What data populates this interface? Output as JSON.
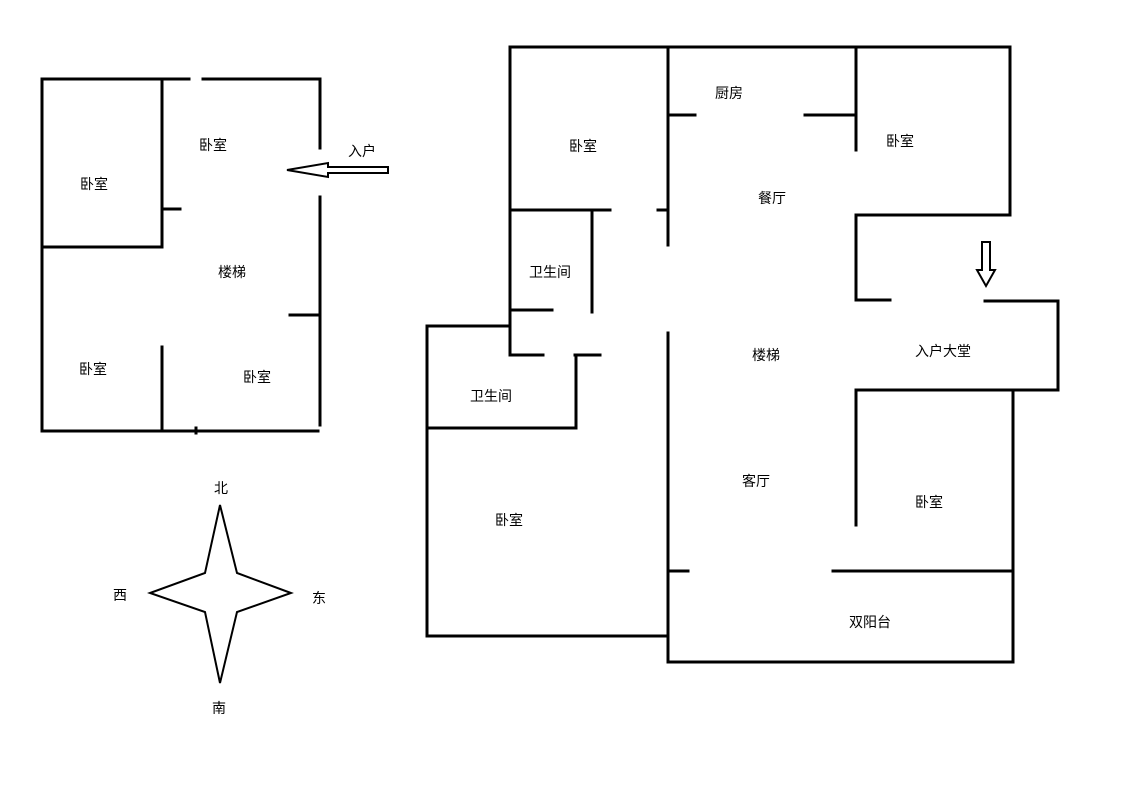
{
  "left_plan": {
    "rooms": {
      "bedroom_nw": "卧室",
      "bedroom_north": "卧室",
      "stairs": "楼梯",
      "bedroom_sw": "卧室",
      "bedroom_se": "卧室"
    },
    "entrance": "入户"
  },
  "right_plan": {
    "rooms": {
      "kitchen": "厨房",
      "bedroom_nw": "卧室",
      "bedroom_ne": "卧室",
      "dining": "餐厅",
      "bathroom_1": "卫生间",
      "bathroom_2": "卫生间",
      "stairs": "楼梯",
      "entrance_hall": "入户大堂",
      "living": "客厅",
      "bedroom_sw": "卧室",
      "bedroom_se": "卧室",
      "balcony": "双阳台"
    }
  },
  "compass": {
    "north": "北",
    "south": "南",
    "east": "东",
    "west": "西"
  },
  "colors": {
    "line": "#000000",
    "background": "#ffffff"
  }
}
